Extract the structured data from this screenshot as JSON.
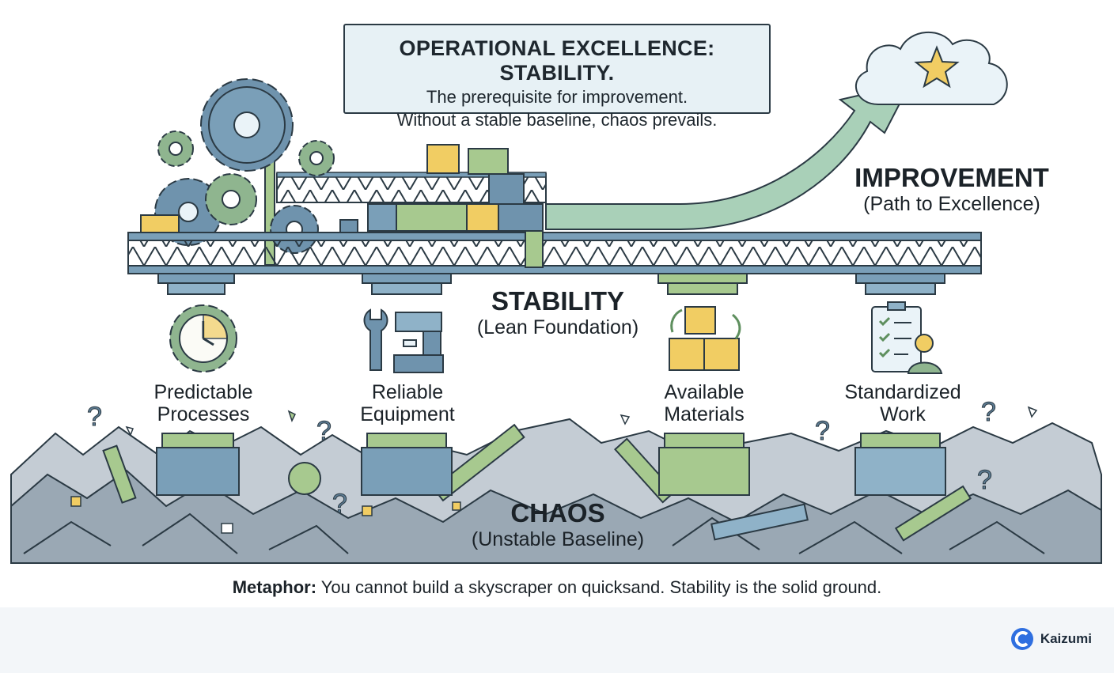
{
  "headline": {
    "title": "OPERATIONAL EXCELLENCE: STABILITY.",
    "line1": "The prerequisite for improvement.",
    "line2": "Without a stable baseline, chaos prevails."
  },
  "improvement": {
    "title": "IMPROVEMENT",
    "subtitle": "(Path to Excellence)"
  },
  "stability": {
    "title": "STABILITY",
    "subtitle": "(Lean Foundation)"
  },
  "chaos": {
    "title": "CHAOS",
    "subtitle": "(Unstable Baseline)"
  },
  "pillars": [
    {
      "line1": "Predictable",
      "line2": "Processes",
      "icon": "gear-clock-icon"
    },
    {
      "line1": "Reliable",
      "line2": "Equipment",
      "icon": "wrench-machine-icon"
    },
    {
      "line1": "Available",
      "line2": "Materials",
      "icon": "boxes-icon"
    },
    {
      "line1": "Standardized",
      "line2": "Work",
      "icon": "checklist-worker-icon"
    }
  ],
  "metaphor": {
    "lead": "Metaphor:",
    "text": " You cannot build a skyscraper on quicksand. Stability is the solid ground."
  },
  "brand": {
    "name": "Kaizumi",
    "icon": "kaizumi-logo-icon"
  },
  "colors": {
    "steel_blue": "#6f93ad",
    "sage_green": "#8fb58f",
    "arrow_green": "#a9d0b8",
    "rubble_gray": "#9aa8b4",
    "box_yellow": "#f1cd63",
    "ink": "#1b2228"
  }
}
